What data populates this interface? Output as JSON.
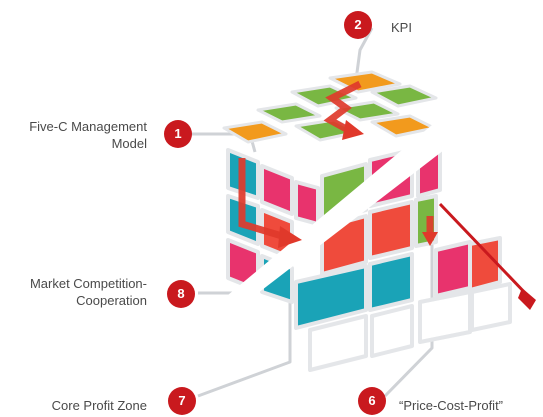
{
  "colors": {
    "badge": "#c9191e",
    "arrow": "#e0392b",
    "connector": "#cfd2d6",
    "face_top": [
      "orange",
      "green"
    ],
    "face_front": [
      "pink",
      "green",
      "red",
      "cyan",
      "white"
    ]
  },
  "labels": [
    {
      "number": "2",
      "text": "KPI"
    },
    {
      "number": "1",
      "text_lines": [
        "Five-C Management",
        "Model"
      ]
    },
    {
      "number": "8",
      "text_lines": [
        "Market Competition-",
        "Cooperation"
      ]
    },
    {
      "number": "7",
      "text": "Core Profit Zone"
    },
    {
      "number": "6",
      "text": "“Price-Cost-Profit”"
    }
  ]
}
